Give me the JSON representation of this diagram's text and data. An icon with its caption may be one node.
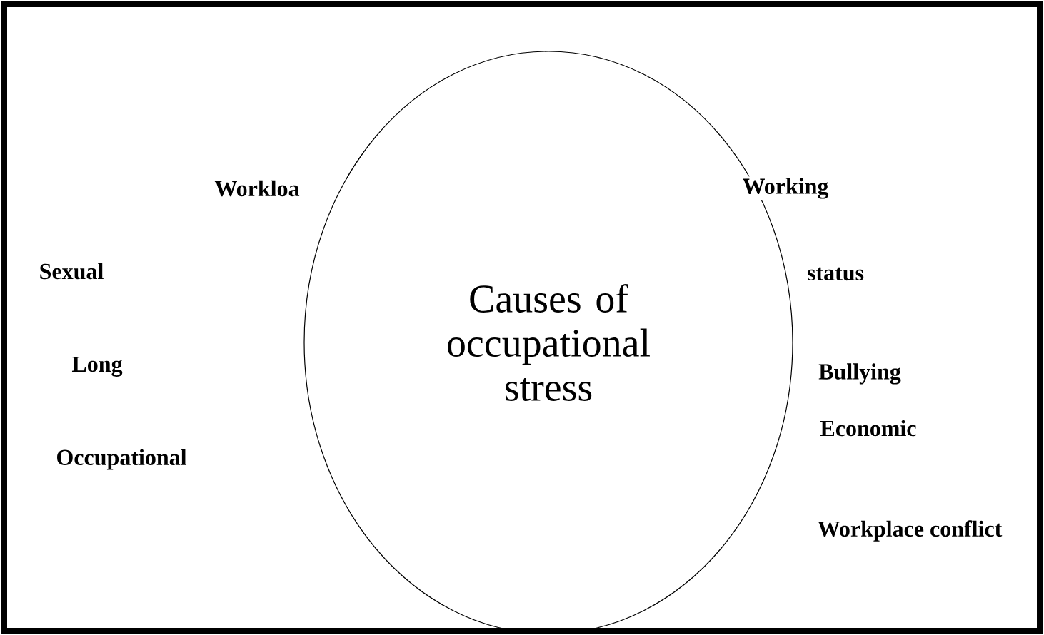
{
  "diagram": {
    "nodes": [
      {
        "text": [
          "Causes of occupational stress"
        ]
      }
    ],
    "labels": [
      "Workloa",
      "Working",
      "Sexual",
      "status",
      "Long",
      "Bullying",
      "Economic",
      "Occupational",
      "Workplace conflict"
    ]
  }
}
